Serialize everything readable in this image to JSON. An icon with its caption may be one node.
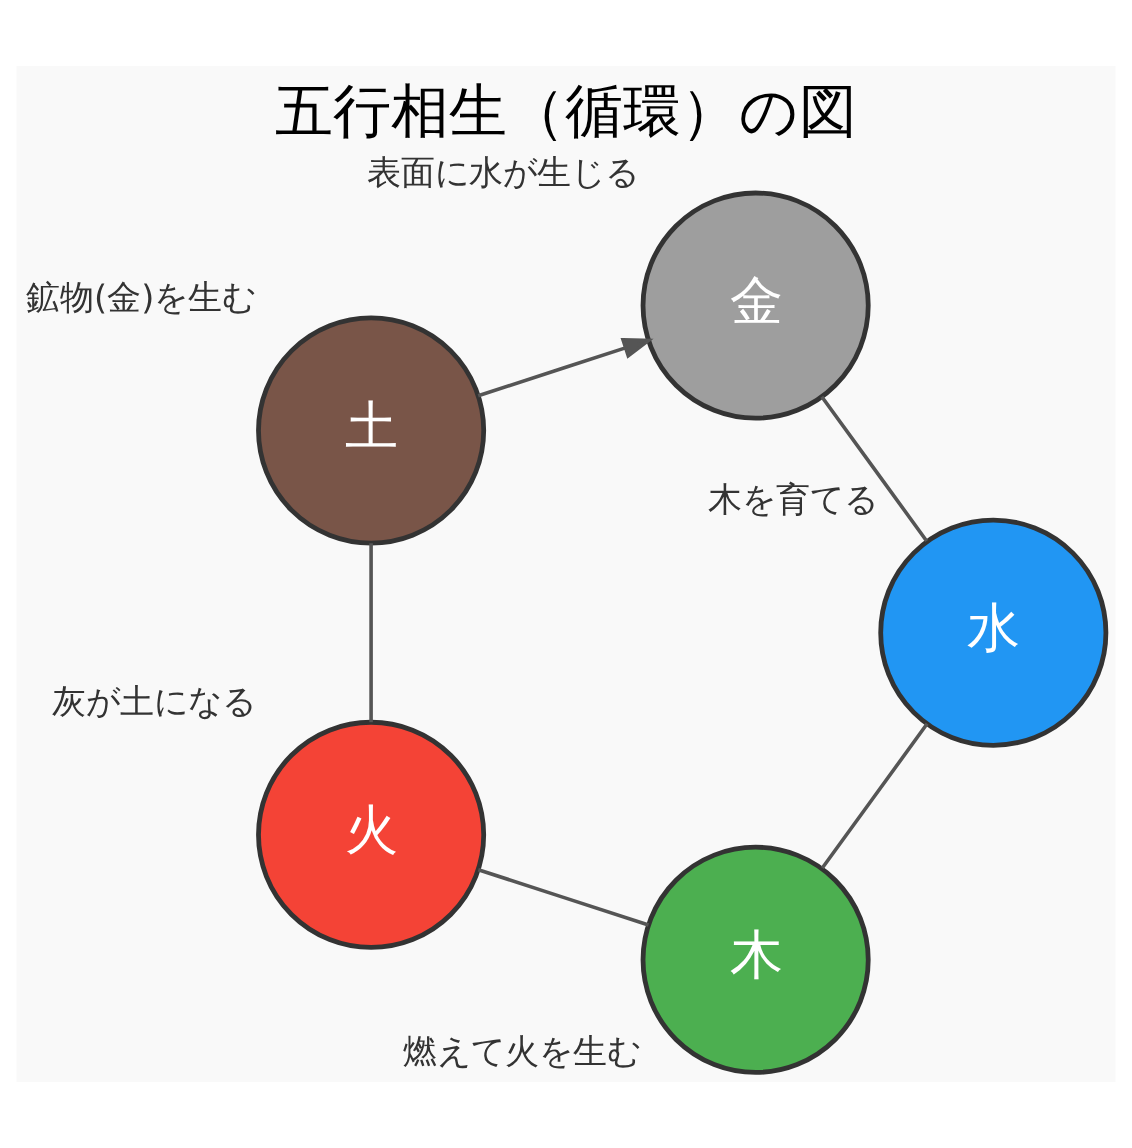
{
  "diagram": {
    "title": "五行相生（循環）の図",
    "nodes": [
      {
        "text": [
          "木"
        ],
        "beside": [
          "燃えて火を生む"
        ]
      },
      {
        "text": [
          "火"
        ],
        "beside": [
          "灰が土になる"
        ]
      },
      {
        "text": [
          "土"
        ],
        "beside": [
          "鉱物(金)を生む"
        ]
      },
      {
        "text": [
          "金"
        ],
        "beside": [
          "表面に水が生じる"
        ]
      },
      {
        "text": [
          "水"
        ],
        "beside": [
          "木を育てる"
        ]
      }
    ],
    "edges": [
      {
        "from": 0,
        "to": 1,
        "arrow": "none"
      },
      {
        "from": 1,
        "to": 2,
        "arrow": "none"
      },
      {
        "from": 2,
        "to": 3,
        "arrow": "to"
      },
      {
        "from": 3,
        "to": 4,
        "arrow": "none"
      },
      {
        "from": 4,
        "to": 0,
        "arrow": "none"
      }
    ]
  }
}
